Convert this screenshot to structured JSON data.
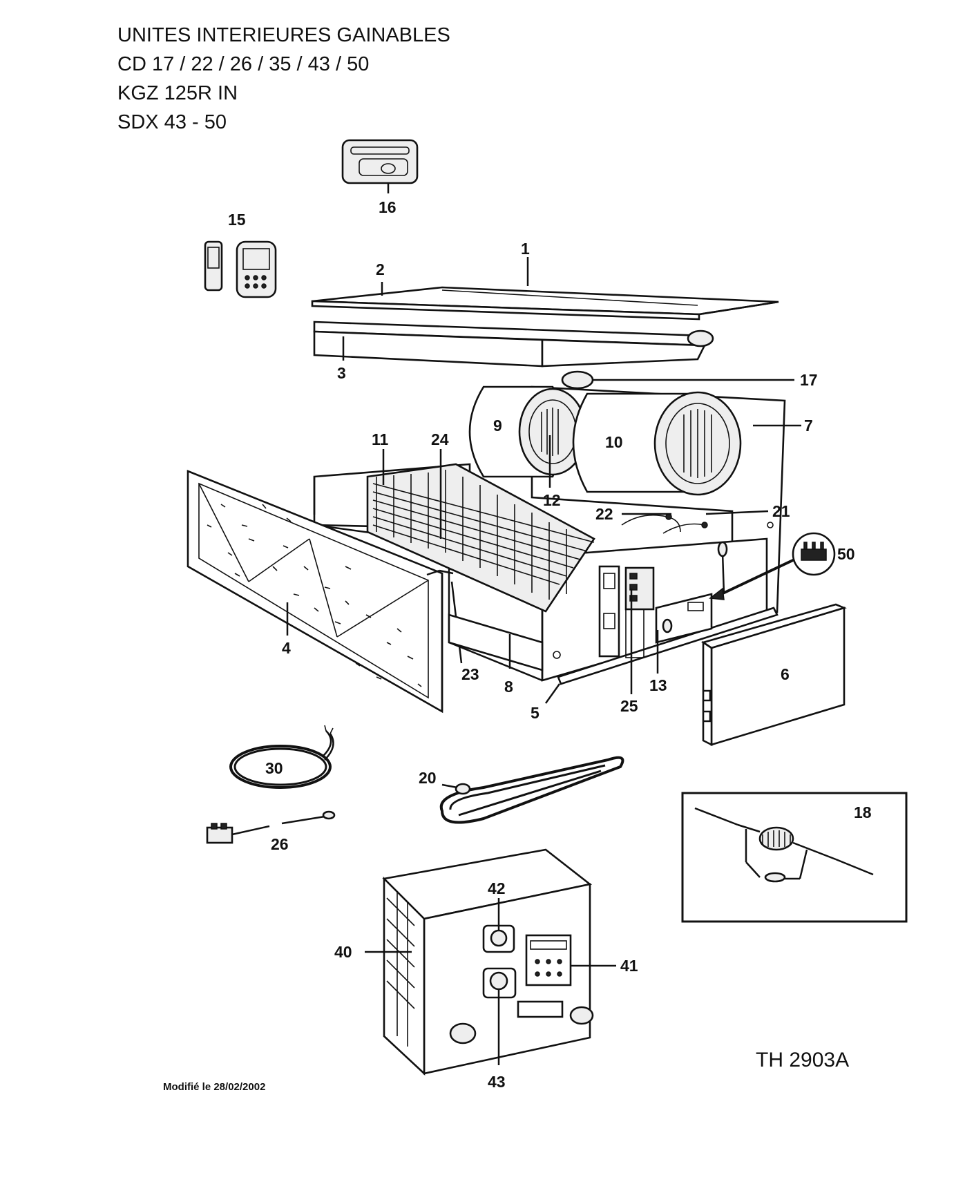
{
  "title": {
    "lines": [
      "UNITES INTERIEURES GAINABLES",
      "CD 17 / 22 / 26 / 35 / 43 / 50",
      "KGZ 125R IN",
      "SDX 43 - 50"
    ]
  },
  "callouts": {
    "c1": "1",
    "c2": "2",
    "c3": "3",
    "c4": "4",
    "c5": "5",
    "c6": "6",
    "c7": "7",
    "c8": "8",
    "c9": "9",
    "c10": "10",
    "c11": "11",
    "c12": "12",
    "c13": "13",
    "c15": "15",
    "c16": "16",
    "c17": "17",
    "c18": "18",
    "c20": "20",
    "c21": "21",
    "c22": "22",
    "c23": "23",
    "c24": "24",
    "c25": "25",
    "c26": "26",
    "c30": "30",
    "c40": "40",
    "c41": "41",
    "c42": "42",
    "c43": "43",
    "c50": "50"
  },
  "footer": {
    "modified": "Modifié le 28/02/2002",
    "drawing_ref": "TH 2903A"
  }
}
